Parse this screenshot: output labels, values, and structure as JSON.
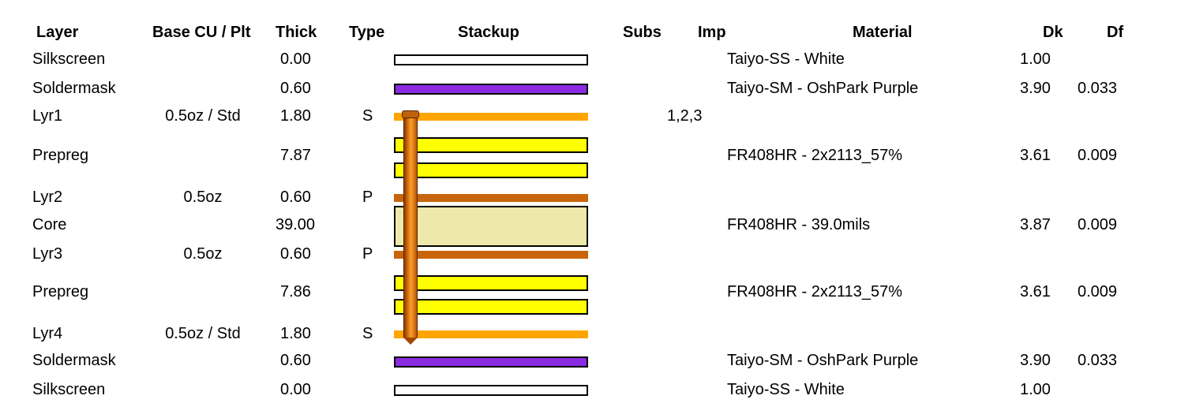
{
  "headers": {
    "layer": "Layer",
    "base_cu": "Base CU / Plt",
    "thick": "Thick",
    "type": "Type",
    "stackup": "Stackup",
    "subs": "Subs",
    "imp": "Imp",
    "material": "Material",
    "dk": "Dk",
    "df": "Df"
  },
  "rows": [
    {
      "layer": "Silkscreen",
      "thick": "0.00",
      "material": "Taiyo-SS - White",
      "dk": "1.00"
    },
    {
      "layer": "Soldermask",
      "thick": "0.60",
      "material": "Taiyo-SM - OshPark Purple",
      "dk": "3.90",
      "df": "0.033"
    },
    {
      "layer": "Lyr1",
      "base_cu": "0.5oz / Std",
      "thick": "1.80",
      "type": "S",
      "subs": "1,2,3"
    },
    {
      "layer": "Prepreg",
      "thick": "7.87",
      "material": "FR408HR - 2x2113_57%",
      "dk": "3.61",
      "df": "0.009"
    },
    {
      "layer": "Lyr2",
      "base_cu": "0.5oz",
      "thick": "0.60",
      "type": "P"
    },
    {
      "layer": "Core",
      "thick": "39.00",
      "material": "FR408HR - 39.0mils",
      "dk": "3.87",
      "df": "0.009"
    },
    {
      "layer": "Lyr3",
      "base_cu": "0.5oz",
      "thick": "0.60",
      "type": "P"
    },
    {
      "layer": "Prepreg",
      "thick": "7.86",
      "material": "FR408HR - 2x2113_57%",
      "dk": "3.61",
      "df": "0.009"
    },
    {
      "layer": "Lyr4",
      "base_cu": "0.5oz / Std",
      "thick": "1.80",
      "type": "S"
    },
    {
      "layer": "Soldermask",
      "thick": "0.60",
      "material": "Taiyo-SM - OshPark Purple",
      "dk": "3.90",
      "df": "0.033"
    },
    {
      "layer": "Silkscreen",
      "thick": "0.00",
      "material": "Taiyo-SS - White",
      "dk": "1.00"
    }
  ],
  "colors": {
    "silkscreen": "#ffffff",
    "soldermask": "#8a2be2",
    "signal_copper": "#ffa500",
    "plane_copper": "#c8650a",
    "prepreg": "#ffff00",
    "core": "#eee8aa",
    "via": "#e07a10"
  }
}
